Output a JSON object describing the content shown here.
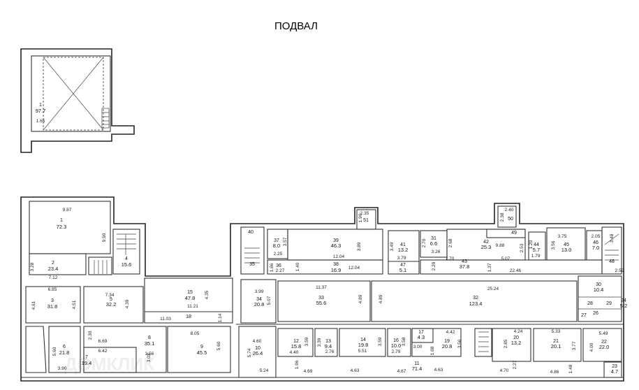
{
  "title": "ПОДВАЛ",
  "watermark": "ДОМКЛИК",
  "rooms": {
    "r1top": {
      "n": "1",
      "a": "97.7",
      "d": [
        "1.65"
      ]
    },
    "r1": {
      "n": "1",
      "a": "72.3",
      "d": [
        "9.87",
        "9.90"
      ]
    },
    "r2": {
      "n": "2",
      "a": "23.4",
      "d": [
        "3.28",
        "7.12"
      ]
    },
    "r3": {
      "n": "3",
      "a": "31.8",
      "d": [
        "6.85",
        "4.61",
        "4.51"
      ]
    },
    "r4": {
      "n": "4",
      "a": "15.6",
      "d": []
    },
    "r5": {
      "n": "5",
      "a": "32.2",
      "d": [
        "7.34",
        "4.39"
      ]
    },
    "r6": {
      "n": "6",
      "a": "21.8",
      "d": [
        "5.60",
        "3.90"
      ]
    },
    "r7": {
      "n": "7",
      "a": "19.4",
      "d": [
        "3.03"
      ]
    },
    "r8": {
      "n": "8",
      "a": "35.1",
      "d": [
        "2.30",
        "6.69",
        "6.42",
        "3.56"
      ]
    },
    "r9": {
      "n": "9",
      "a": "45.5",
      "d": [
        "8.05",
        "5.60"
      ]
    },
    "r10": {
      "n": "10",
      "a": "26.4",
      "d": [
        "4.60",
        "5.74",
        "5.24"
      ]
    },
    "r11": {
      "n": "11",
      "a": "71.4",
      "d": [
        "1.96",
        "4.69",
        "4.63",
        "4.67",
        "4.63",
        "4.70",
        "4.86",
        "1.48",
        "2.27"
      ]
    },
    "r12": {
      "n": "12",
      "a": "15.8",
      "d": [
        "3.59",
        "4.40"
      ]
    },
    "r13": {
      "n": "13",
      "a": "9.4",
      "d": [
        "3.39",
        "2.76"
      ]
    },
    "r14": {
      "n": "14",
      "a": "19.8",
      "d": [
        "5.51",
        "3.59"
      ]
    },
    "r15": {
      "n": "15",
      "a": "47.8",
      "d": [
        "4.35",
        "11.21"
      ]
    },
    "r16": {
      "n": "16",
      "a": "10.0",
      "d": [
        "3.58",
        "2.79"
      ]
    },
    "r17": {
      "n": "17",
      "a": "4.3",
      "d": [
        "3.00",
        "1.68"
      ]
    },
    "r18": {
      "n": "18",
      "a": "",
      "d": [
        "11.03",
        "1.14"
      ]
    },
    "r19": {
      "n": "19",
      "a": "20.8",
      "d": [
        "4.42",
        "3.56"
      ]
    },
    "r20": {
      "n": "20",
      "a": "13.2",
      "d": [
        "4.24",
        "2.85"
      ]
    },
    "r21": {
      "n": "21",
      "a": "20.1",
      "d": [
        "5.33",
        "3.77"
      ]
    },
    "r22": {
      "n": "22",
      "a": "22.0",
      "d": [
        "5.49",
        "4.00"
      ]
    },
    "r23": {
      "n": "23",
      "a": "4.7",
      "d": []
    },
    "r24": {
      "n": "24",
      "a": "5.2",
      "d": []
    },
    "r26": {
      "n": "26",
      "a": "",
      "d": []
    },
    "r27": {
      "n": "27",
      "a": "",
      "d": []
    },
    "r28": {
      "n": "28",
      "a": "",
      "d": []
    },
    "r29": {
      "n": "29",
      "a": "",
      "d": []
    },
    "r30": {
      "n": "30",
      "a": "10.4",
      "d": []
    },
    "r31": {
      "n": "31",
      "a": "6.6",
      "d": [
        "2.70",
        "3.26",
        "2.29"
      ]
    },
    "r32": {
      "n": "32",
      "a": "123.4",
      "d": [
        "25.24"
      ]
    },
    "r33": {
      "n": "33",
      "a": "55.6",
      "d": [
        "11.37",
        "4.89",
        "4.89"
      ]
    },
    "r34": {
      "n": "34",
      "a": "20.8",
      "d": [
        "3.99",
        "5.07"
      ]
    },
    "r35": {
      "n": "35",
      "a": "",
      "d": []
    },
    "r36": {
      "n": "36",
      "a": "",
      "d": [
        "2.27",
        "1.66"
      ]
    },
    "r37": {
      "n": "37",
      "a": "8.0",
      "d": [
        "3.57",
        "2.25",
        "1.40"
      ]
    },
    "r38": {
      "n": "38",
      "a": "16.9",
      "d": [
        "12.04"
      ]
    },
    "r39": {
      "n": "39",
      "a": "46.3",
      "d": [
        "3.89",
        "12.04"
      ]
    },
    "r40": {
      "n": "40",
      "a": "",
      "d": []
    },
    "r41": {
      "n": "41",
      "a": "13.2",
      "d": [
        "3.49",
        "3.79"
      ]
    },
    "r42": {
      "n": "42",
      "a": "25.3",
      "d": [
        "2.68",
        "9.88",
        "2.53"
      ]
    },
    "r43": {
      "n": "43",
      "a": "37.8",
      "d": [
        "7.70",
        "1.37",
        "5.07",
        "22.46"
      ]
    },
    "r44": {
      "n": "44",
      "a": "5.7",
      "d": [
        "1.79",
        "1.20"
      ]
    },
    "r45": {
      "n": "45",
      "a": "13.0",
      "d": [
        "3.75",
        "3.56"
      ]
    },
    "r46": {
      "n": "46",
      "a": "7.0",
      "d": [
        "2.05",
        "3.48"
      ]
    },
    "r47": {
      "n": "47",
      "a": "5.1",
      "d": []
    },
    "r48": {
      "n": "48",
      "a": "",
      "d": [
        "2.59"
      ]
    },
    "r49": {
      "n": "49",
      "a": "",
      "d": []
    },
    "r50": {
      "n": "50",
      "a": "",
      "d": [
        "2.40",
        "2.38"
      ]
    },
    "r51": {
      "n": "51",
      "a": "",
      "d": [
        "2.35",
        "1.90"
      ]
    }
  }
}
